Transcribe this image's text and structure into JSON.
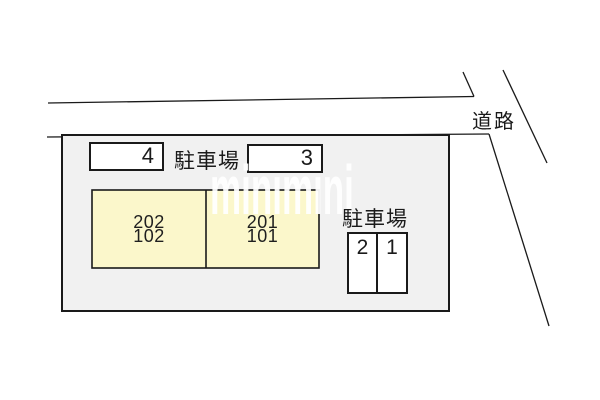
{
  "road": {
    "label": "道路"
  },
  "top_parking": {
    "label": "駐車場",
    "space_a": "4",
    "space_b": "3"
  },
  "building": {
    "left_unit": {
      "line1": "202",
      "line2": "102"
    },
    "right_unit": {
      "line1": "201",
      "line2": "101"
    }
  },
  "right_parking": {
    "label": "駐車場",
    "space_a": "2",
    "space_b": "1"
  },
  "watermark": {
    "text": "minimini"
  },
  "colors": {
    "parcel_fill": "#f1f1f1",
    "building_fill": "#fbf7cb",
    "box_fill": "#ffffff",
    "line": "#1a1a1a",
    "watermark": "#ffffff"
  }
}
